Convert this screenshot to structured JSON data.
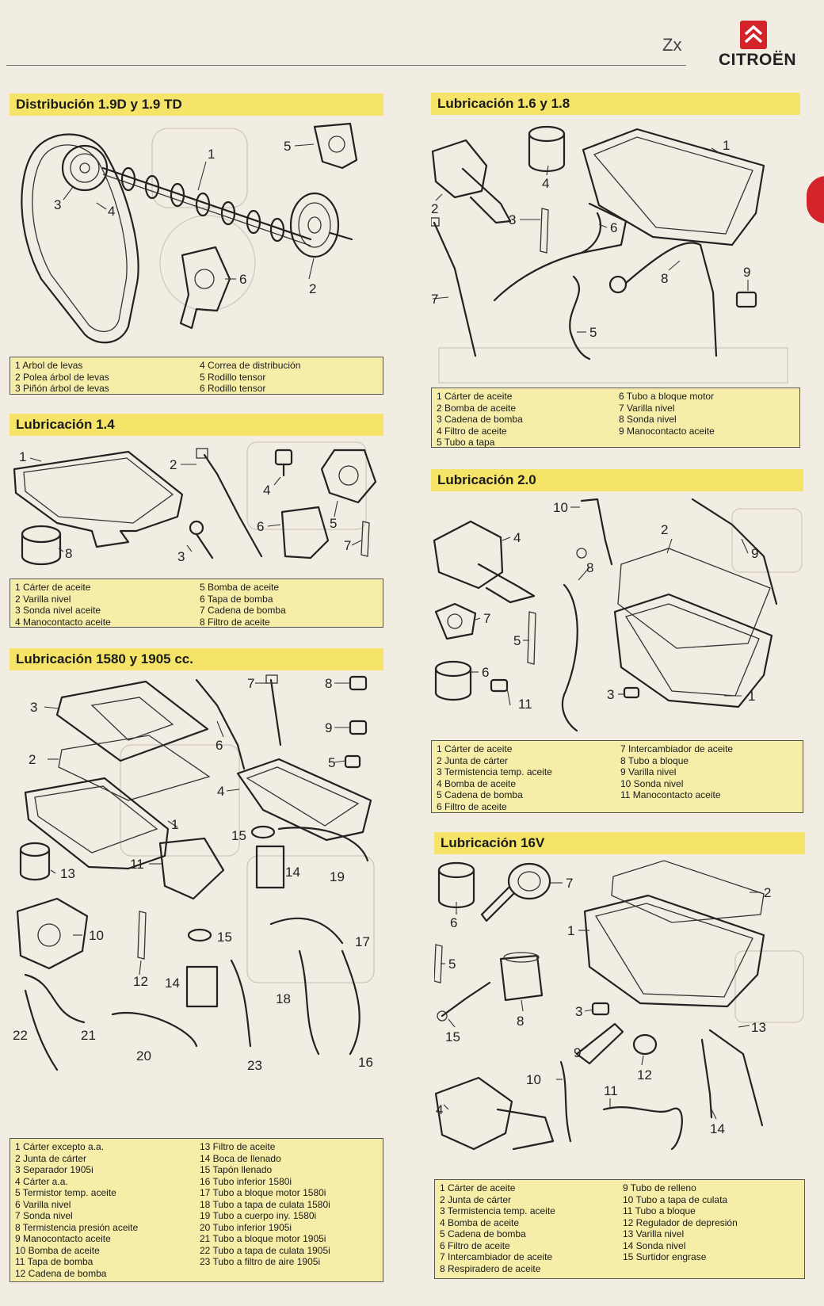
{
  "header": {
    "model": "Zx",
    "brand": "CITROËN"
  },
  "colors": {
    "title_band": "#f5e468",
    "legend_bg": "#f6eea8",
    "brand_red": "#d4232b"
  },
  "icons": {
    "logo": "double-chevron-icon",
    "tab": "red-tab-marker"
  },
  "sections": [
    {
      "id": "distribucion-19",
      "title": "Distribución 1.9D y 1.9 TD",
      "callouts": [
        "1",
        "2",
        "3",
        "4",
        "5",
        "6"
      ],
      "legend_left": [
        "1 Arbol de levas",
        "2 Polea árbol de levas",
        "3 Piñón árbol de levas"
      ],
      "legend_right": [
        "4 Correa de distribución",
        "5 Rodillo tensor",
        "6 Rodillo tensor"
      ]
    },
    {
      "id": "lubricacion-14",
      "title": "Lubricación 1.4",
      "callouts": [
        "1",
        "2",
        "3",
        "4",
        "5",
        "6",
        "7",
        "8"
      ],
      "legend_left": [
        "1 Cárter de aceite",
        "2 Varilla nivel",
        "3 Sonda nivel aceite",
        "4 Manocontacto aceite"
      ],
      "legend_right": [
        "5 Bomba de aceite",
        "6 Tapa de bomba",
        "7 Cadena de bomba",
        "8 Filtro de aceite"
      ]
    },
    {
      "id": "lubricacion-1580-1905",
      "title": "Lubricación 1580 y 1905 cc.",
      "callouts": [
        "1",
        "2",
        "3",
        "4",
        "5",
        "6",
        "7",
        "8",
        "9",
        "10",
        "11",
        "12",
        "13",
        "14",
        "15",
        "15",
        "14",
        "16",
        "17",
        "18",
        "19",
        "20",
        "21",
        "22",
        "23"
      ],
      "legend_left": [
        "1 Cárter excepto a.a.",
        "2 Junta de cárter",
        "3 Separador 1905i",
        "4 Cárter a.a.",
        "5 Termistor temp. aceite",
        "6 Varilla nivel",
        "7 Sonda nivel",
        "8 Termistencia presión aceite",
        "9 Manocontacto aceite",
        "10 Bomba de aceite",
        "11 Tapa de bomba",
        "12 Cadena de bomba"
      ],
      "legend_right": [
        "13 Filtro de aceite",
        "14 Boca de llenado",
        "15 Tapón llenado",
        "16 Tubo inferior 1580i",
        "17 Tubo a bloque motor 1580i",
        "18 Tubo a tapa de culata 1580i",
        "19 Tubo a cuerpo iny. 1580i",
        "20 Tubo inferior 1905i",
        "21 Tubo a bloque motor 1905i",
        "22 Tubo a tapa de culata 1905i",
        "23 Tubo a filtro de aire 1905i"
      ]
    },
    {
      "id": "lubricacion-16-18",
      "title": "Lubricación 1.6 y 1.8",
      "callouts": [
        "1",
        "2",
        "3",
        "4",
        "5",
        "6",
        "7",
        "8",
        "9"
      ],
      "legend_left": [
        "1 Cárter de aceite",
        "2 Bomba de aceite",
        "3 Cadena de bomba",
        "4 Filtro de aceite",
        "5 Tubo a tapa"
      ],
      "legend_right": [
        "6 Tubo a bloque motor",
        "7 Varilla nivel",
        "8 Sonda nivel",
        "9 Manocontacto aceite"
      ]
    },
    {
      "id": "lubricacion-20",
      "title": "Lubricación 2.0",
      "callouts": [
        "1",
        "2",
        "3",
        "4",
        "5",
        "6",
        "7",
        "8",
        "9",
        "10",
        "11"
      ],
      "legend_left": [
        "1 Cárter de aceite",
        "2 Junta de cárter",
        "3 Termistencia temp. aceite",
        "4 Bomba de aceite",
        "5 Cadena de bomba",
        "6 Filtro de aceite"
      ],
      "legend_right": [
        "7 Intercambiador de aceite",
        "8 Tubo a bloque",
        "9 Varilla nivel",
        "10 Sonda nivel",
        "11 Manocontacto aceite"
      ]
    },
    {
      "id": "lubricacion-16v",
      "title": "Lubricación 16V",
      "callouts": [
        "1",
        "2",
        "3",
        "4",
        "5",
        "6",
        "7",
        "8",
        "9",
        "10",
        "11",
        "12",
        "13",
        "14",
        "15"
      ],
      "legend_left": [
        "1 Cárter de aceite",
        "2 Junta de cárter",
        "3 Termistencia temp. aceite",
        "4 Bomba de aceite",
        "5 Cadena de bomba",
        "6 Filtro de aceite",
        "7 Intercambiador de aceite",
        "8 Respiradero de aceite"
      ],
      "legend_right": [
        "9 Tubo de relleno",
        "10 Tubo a tapa de culata",
        "11 Tubo a bloque",
        "12 Regulador de depresión",
        "13 Varilla nivel",
        "14 Sonda nivel",
        "15 Surtidor engrase"
      ]
    }
  ]
}
